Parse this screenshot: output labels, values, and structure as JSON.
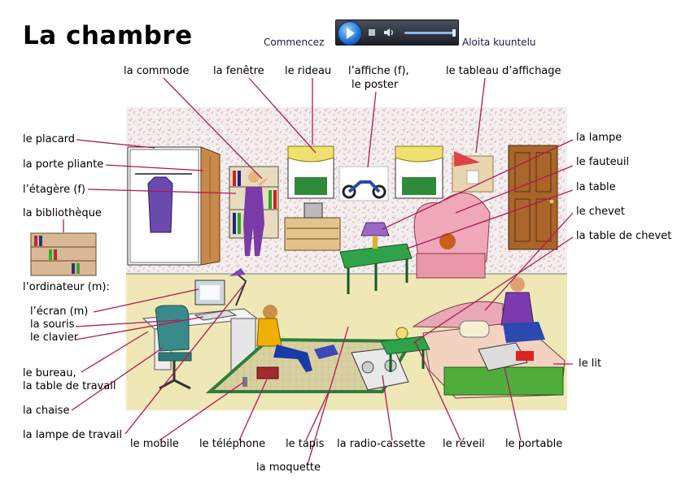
{
  "title": "La chambre",
  "player": {
    "left_label": "Commencez",
    "right_label": "Aloita kuuntelu",
    "play_icon": "play-icon",
    "stop_icon": "stop-icon",
    "volume_icon": "volume-icon"
  },
  "labels": {
    "top": {
      "commode": "la commode",
      "fenetre": "la fenêtre",
      "rideau": "le rideau",
      "affiche_1": "l’affiche (f),",
      "affiche_2": "le poster",
      "tableau": "le tableau d’affichage"
    },
    "left": {
      "placard": "le placard",
      "porte_pliante": "la porte pliante",
      "etagere": "l’étagère (f)",
      "bibliotheque": "la bibliothèque",
      "ordinateur": "l’ordinateur (m):",
      "ecran": "l’écran (m)",
      "souris": "la souris",
      "clavier": "le clavier",
      "bureau_1": "le bureau,",
      "bureau_2": "la table de travail",
      "chaise": "la chaise",
      "lampe_travail": "la lampe de travail"
    },
    "right": {
      "lampe": "la lampe",
      "fauteuil": "le fauteuil",
      "table": "la table",
      "chevet": "le chevet",
      "table_chevet": "la table de chevet",
      "lit": "le lit"
    },
    "bottom": {
      "mobile": "le mobile",
      "telephone": "le téléphone",
      "tapis": "le tapis",
      "radio": "la radio-cassette",
      "reveil": "le réveil",
      "portable": "le portable",
      "moquette": "la moquette"
    }
  },
  "colors": {
    "leader_line": "#b0185a",
    "wallpaper": "#f3ecec",
    "floor": "#efe9b8",
    "rug": "#d8cfa0",
    "rug_border": "#2e7d3a"
  }
}
